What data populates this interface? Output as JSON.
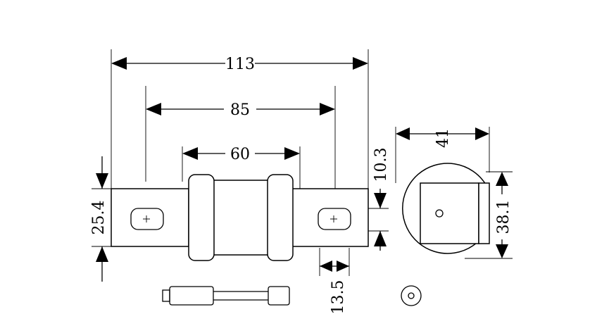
{
  "diagram": {
    "dimensions": {
      "overall_length": "113",
      "contact_span": "85",
      "body_length": "60",
      "blade_width": "25.4",
      "blade_offset": "10.3",
      "tag_width": "13.5",
      "side_width": "41",
      "side_height": "38.1"
    },
    "icons": {
      "slot_left": "plus-slot-icon",
      "slot_right": "plus-slot-icon",
      "end_view": "circle-dot-icon"
    }
  }
}
